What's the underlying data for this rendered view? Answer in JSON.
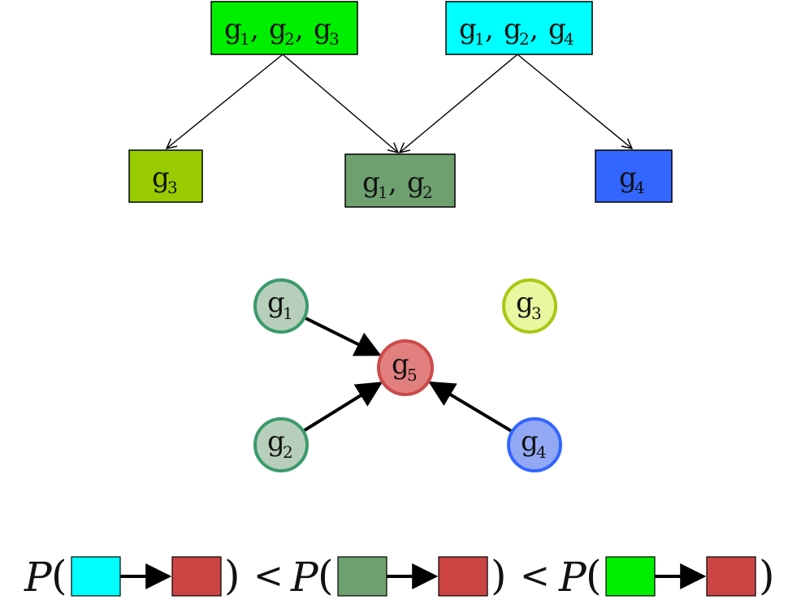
{
  "colors": {
    "g123": "#00ee00",
    "g124": "#00ffff",
    "g3": "#99cc00",
    "g12": "#6fa070",
    "g4": "#3366ff",
    "circle_g_fill": "#b7cfba",
    "circle_g_stroke": "#3a9a6a",
    "circle_g3_fill": "#eaf7a0",
    "circle_g3_stroke": "#a8c814",
    "circle_g4_fill": "#92a8f4",
    "circle_g4_stroke": "#3366ff",
    "circle_g5_fill": "#e27f7f",
    "circle_g5_stroke": "#cc4a4a",
    "target_red": "#cc4444"
  },
  "boxes": [
    {
      "id": "g123",
      "letters": [
        "g",
        "g",
        "g"
      ],
      "subs": [
        "1",
        "2",
        "3"
      ]
    },
    {
      "id": "g124",
      "letters": [
        "g",
        "g",
        "g"
      ],
      "subs": [
        "1",
        "2",
        "4"
      ]
    },
    {
      "id": "g3",
      "letters": [
        "g"
      ],
      "subs": [
        "3"
      ]
    },
    {
      "id": "g12",
      "letters": [
        "g",
        "g"
      ],
      "subs": [
        "1",
        "2"
      ]
    },
    {
      "id": "g4",
      "letters": [
        "g"
      ],
      "subs": [
        "4"
      ]
    }
  ],
  "box_edges": [
    {
      "from": "g123",
      "to": "g3"
    },
    {
      "from": "g123",
      "to": "g12"
    },
    {
      "from": "g124",
      "to": "g12"
    },
    {
      "from": "g124",
      "to": "g4"
    }
  ],
  "network_nodes": [
    {
      "id": "n1",
      "letter": "g",
      "sub": "1"
    },
    {
      "id": "n2",
      "letter": "g",
      "sub": "2"
    },
    {
      "id": "n3",
      "letter": "g",
      "sub": "3"
    },
    {
      "id": "n4",
      "letter": "g",
      "sub": "4"
    },
    {
      "id": "n5",
      "letter": "g",
      "sub": "5"
    }
  ],
  "network_edges": [
    {
      "from": "n1",
      "to": "n5"
    },
    {
      "from": "n2",
      "to": "n5"
    },
    {
      "from": "n4",
      "to": "n5"
    }
  ],
  "formula": {
    "p": "P",
    "open": "(",
    "close": ")",
    "op": "<",
    "terms": [
      "g124",
      "g12",
      "g123"
    ]
  }
}
